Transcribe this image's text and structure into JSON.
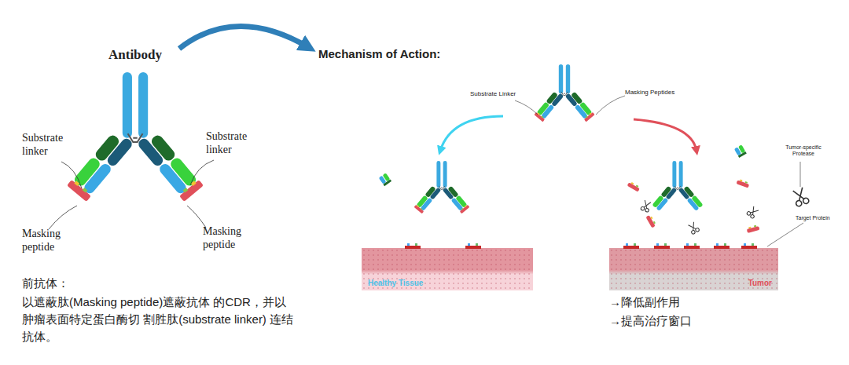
{
  "diagram": {
    "nodes": [
      {
        "text": [
          "Healthy Tissue"
        ]
      },
      {
        "text": [
          "Tumor"
        ]
      }
    ],
    "labels": [
      "Antibody",
      "Mechanism of Action:",
      "Substrate linker",
      "Substrate linker",
      "Masking peptide",
      "Masking peptide",
      "前抗体：",
      "以遮蔽肽(Masking peptide)遮蔽抗体 的CDR，并以肿瘤表面特定蛋白酶切 割胜肽(substrate linker) 连结抗体。",
      "Substrate Linker",
      "Masking Peptides",
      "Tumor-specific Protease",
      "Target Protein",
      "→降低副作用",
      "→提高治疗窗口"
    ]
  }
}
